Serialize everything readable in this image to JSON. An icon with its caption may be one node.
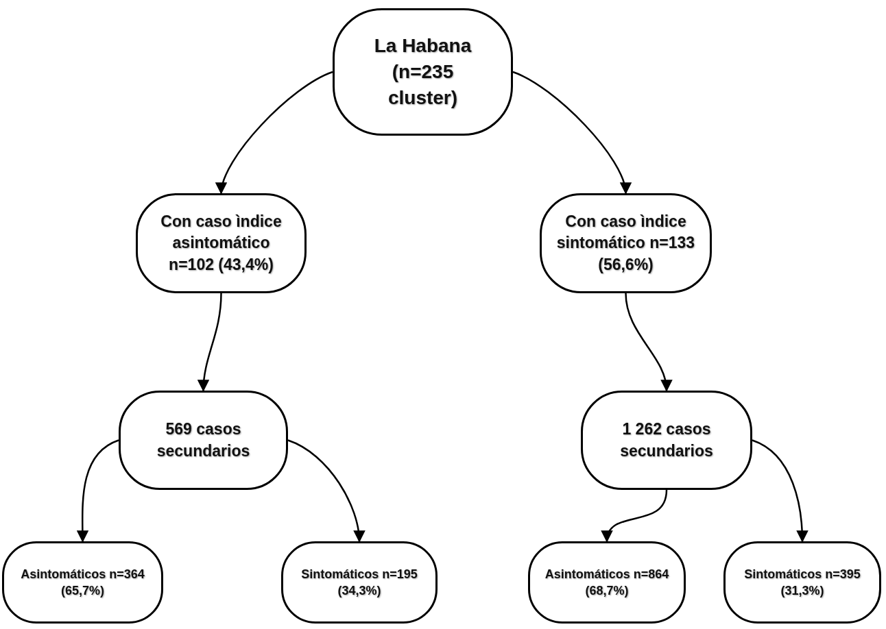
{
  "diagram": {
    "nodes": [
      {
        "text": [
          "La Habana (n=235 cluster)"
        ]
      },
      {
        "text": [
          "Con caso ìndice asintomático n=102 (43,4%)"
        ]
      },
      {
        "text": [
          "Con caso ìndice sintomático n=133 (56,6%)"
        ]
      },
      {
        "text": [
          "569 casos secundarios"
        ]
      },
      {
        "text": [
          "1 262 casos secundarios"
        ]
      },
      {
        "text": [
          "Asintomáticos n=364 (65,7%)"
        ]
      },
      {
        "text": [
          "Sintomáticos n=195 (34,3%)"
        ]
      },
      {
        "text": [
          "Asintomáticos n=864 (68,7%)"
        ]
      },
      {
        "text": [
          "Sintomáticos n=395 (31,3%)"
        ]
      }
    ],
    "edges": [
      {
        "from": 0,
        "to": 1,
        "arrow": "to"
      },
      {
        "from": 0,
        "to": 2,
        "arrow": "to"
      },
      {
        "from": 1,
        "to": 3,
        "arrow": "to"
      },
      {
        "from": 2,
        "to": 4,
        "arrow": "to"
      },
      {
        "from": 3,
        "to": 5,
        "arrow": "to"
      },
      {
        "from": 3,
        "to": 6,
        "arrow": "to"
      },
      {
        "from": 4,
        "to": 7,
        "arrow": "to"
      },
      {
        "from": 4,
        "to": 8,
        "arrow": "to"
      }
    ]
  }
}
